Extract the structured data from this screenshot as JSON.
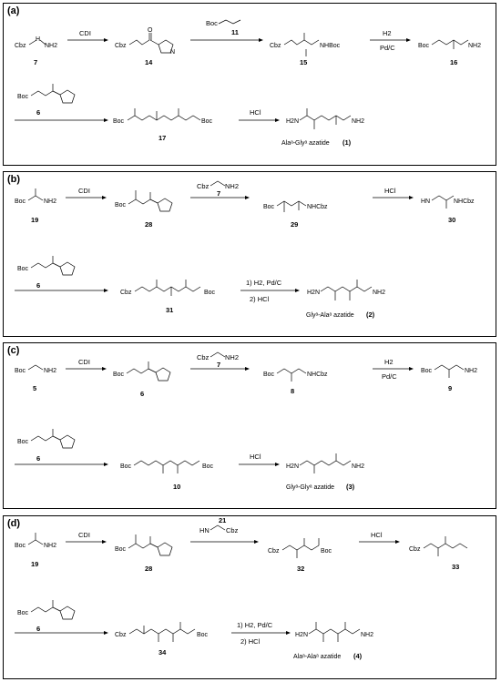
{
  "panels": [
    {
      "label": "(a)",
      "compounds": {
        "c7": {
          "formula": "Cbz-NH-NH2",
          "number": "7"
        },
        "c14": {
          "number": "14"
        },
        "c15": {
          "number": "15"
        },
        "c16": {
          "number": "16"
        },
        "c6": {
          "number": "6"
        },
        "c17": {
          "number": "17"
        },
        "c1": {
          "number": "(1)",
          "name": "Alaᵃ-Glyᵃ azatide"
        }
      },
      "reagents": {
        "r1": "CDI",
        "r2": "Boc",
        "r2num": "11",
        "r3a": "H2",
        "r3b": "Pd/C",
        "r4": "HCl"
      }
    },
    {
      "label": "(b)",
      "compounds": {
        "c19": {
          "number": "19"
        },
        "c28": {
          "number": "28"
        },
        "c29": {
          "number": "29"
        },
        "c30": {
          "number": "30"
        },
        "c6": {
          "number": "6"
        },
        "c31": {
          "number": "31"
        },
        "c2": {
          "number": "(2)",
          "name": "Glyᵃ-Alaᵃ azatide"
        }
      },
      "reagents": {
        "r1": "CDI",
        "r2num": "7",
        "r3": "HCl",
        "r4a": "1) H2, Pd/C",
        "r4b": "2) HCl"
      }
    },
    {
      "label": "(c)",
      "compounds": {
        "c5": {
          "number": "5"
        },
        "c6": {
          "number": "6"
        },
        "c8": {
          "number": "8"
        },
        "c9": {
          "number": "9"
        },
        "c6b": {
          "number": "6"
        },
        "c10": {
          "number": "10"
        },
        "c3": {
          "number": "(3)",
          "name": "Glyᵃ-Glyᵃ azatide"
        }
      },
      "reagents": {
        "r1": "CDI",
        "r2num": "7",
        "r3a": "H2",
        "r3b": "Pd/C",
        "r4": "HCl"
      }
    },
    {
      "label": "(d)",
      "compounds": {
        "c19": {
          "number": "19"
        },
        "c28": {
          "number": "28"
        },
        "c32": {
          "number": "32"
        },
        "c33": {
          "number": "33"
        },
        "c6": {
          "number": "6"
        },
        "c34": {
          "number": "34"
        },
        "c4": {
          "number": "(4)",
          "name": "Alaᵃ-Alaᵃ azatide"
        }
      },
      "reagents": {
        "r1": "CDI",
        "r2num": "21",
        "r3": "HCl",
        "r4a": "1) H2, Pd/C",
        "r4b": "2) HCl"
      }
    }
  ],
  "atoms": {
    "boc": "Boc",
    "cbz": "Cbz",
    "nhboc": "NHBoc",
    "nhcbz": "NHCbz",
    "nh2": "NH2",
    "h2n": "H2N",
    "hn": "HN",
    "nh": "NH",
    "h": "H",
    "n": "N",
    "o": "O"
  }
}
